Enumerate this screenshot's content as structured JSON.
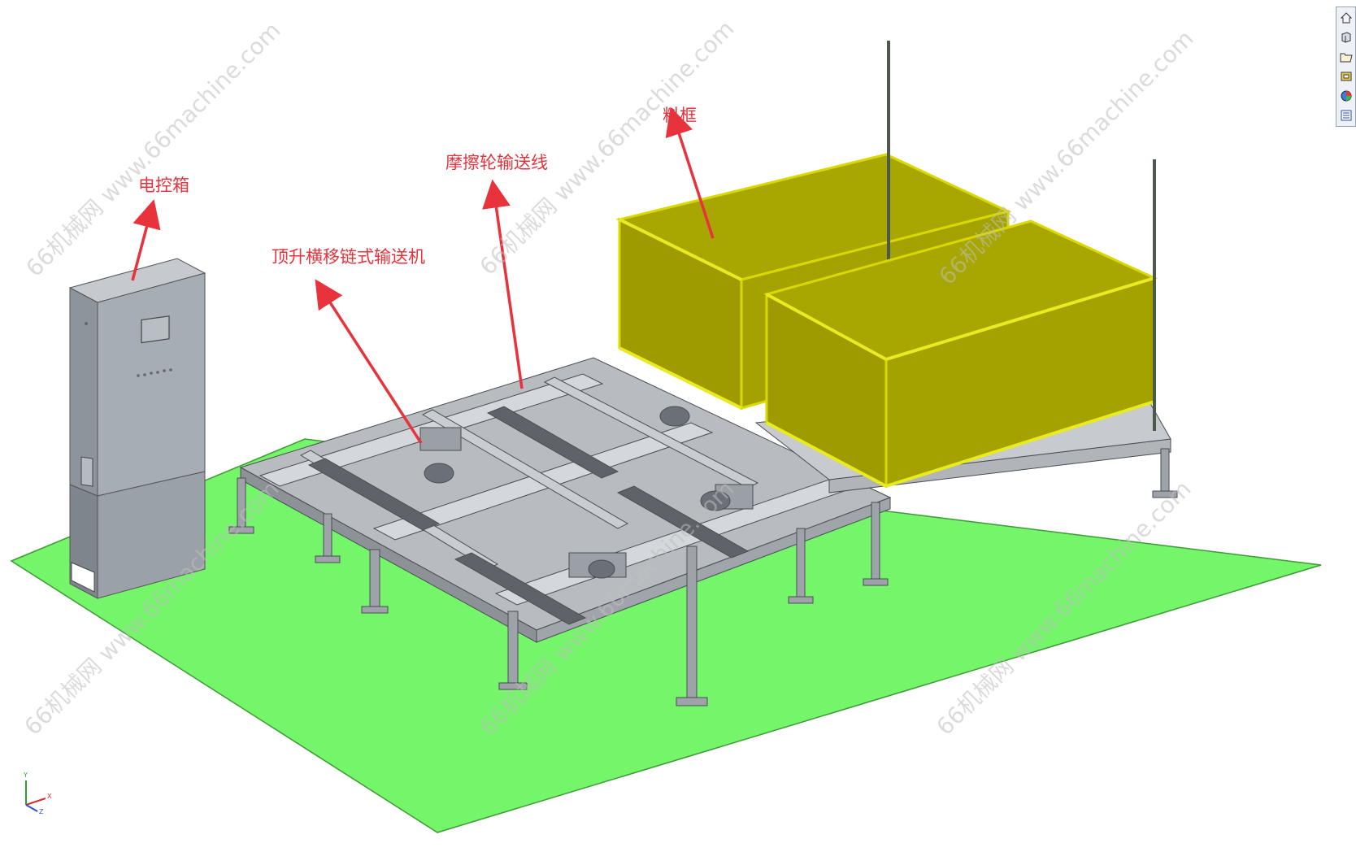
{
  "annotations": {
    "control_box": "电控箱",
    "lift_chain_conveyor": "顶升横移链式输送机",
    "friction_wheel_line": "摩擦轮输送线",
    "material_frame": "料框"
  },
  "watermark": "66机械网 www.66machine.com",
  "triad": {
    "x": "X",
    "y": "Y",
    "z": "Z"
  },
  "toolbar": {
    "items": [
      "home-view-icon",
      "3d-part-icon",
      "open-folder-icon",
      "view-settings-icon",
      "appearance-icon",
      "properties-list-icon"
    ]
  },
  "colors": {
    "ground": "#74f56a",
    "frame_yellow": "#b9b90a",
    "frame_edge": "#dada00",
    "steel": "#c4c7cb",
    "cabinet": "#9da3ab",
    "label": "#e8323c"
  }
}
